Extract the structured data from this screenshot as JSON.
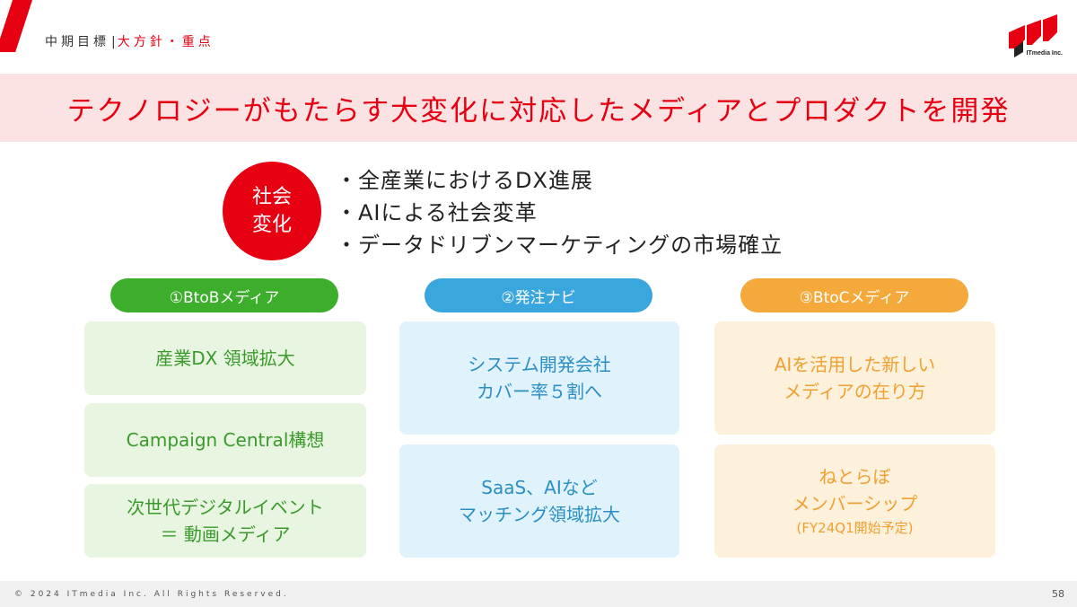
{
  "header": {
    "section": "中期目標",
    "separator": "|",
    "subsection": "大方針・重点",
    "logo_text": "ITmedia Inc."
  },
  "banner": {
    "title": "テクノロジーがもたらす大変化に対応したメディアとプロダクトを開発"
  },
  "society_change": {
    "label_line1": "社会",
    "label_line2": "変化",
    "items": [
      "全産業におけるDX進展",
      "AIによる社会変革",
      "データドリブンマーケティングの市場確立"
    ]
  },
  "columns": [
    {
      "title": "①BtoBメディア",
      "color": "#3cae2b",
      "cards": [
        {
          "lines": [
            "産業DX 領域拡大"
          ]
        },
        {
          "lines": [
            "Campaign Central構想"
          ]
        },
        {
          "lines": [
            "次世代デジタルイベント",
            "＝ 動画メディア"
          ]
        }
      ]
    },
    {
      "title": "②発注ナビ",
      "color": "#3aa6de",
      "cards": [
        {
          "lines": [
            "システム開発会社",
            "カバー率５割へ"
          ]
        },
        {
          "lines": [
            "SaaS、AIなど",
            "マッチング領域拡大"
          ]
        }
      ]
    },
    {
      "title": "③BtoCメディア",
      "color": "#f6a93b",
      "cards": [
        {
          "lines": [
            "AIを活用した新しい",
            "メディアの在り方"
          ]
        },
        {
          "lines": [
            "ねとらぼ",
            "メンバーシップ"
          ],
          "note": "(FY24Q1開始予定)"
        }
      ]
    }
  ],
  "footer": {
    "copyright": "© 2024 ITmedia Inc. All Rights Reserved.",
    "page_number": "58"
  },
  "colors": {
    "brand_red": "#e60012",
    "banner_bg": "#fbe3e4"
  }
}
